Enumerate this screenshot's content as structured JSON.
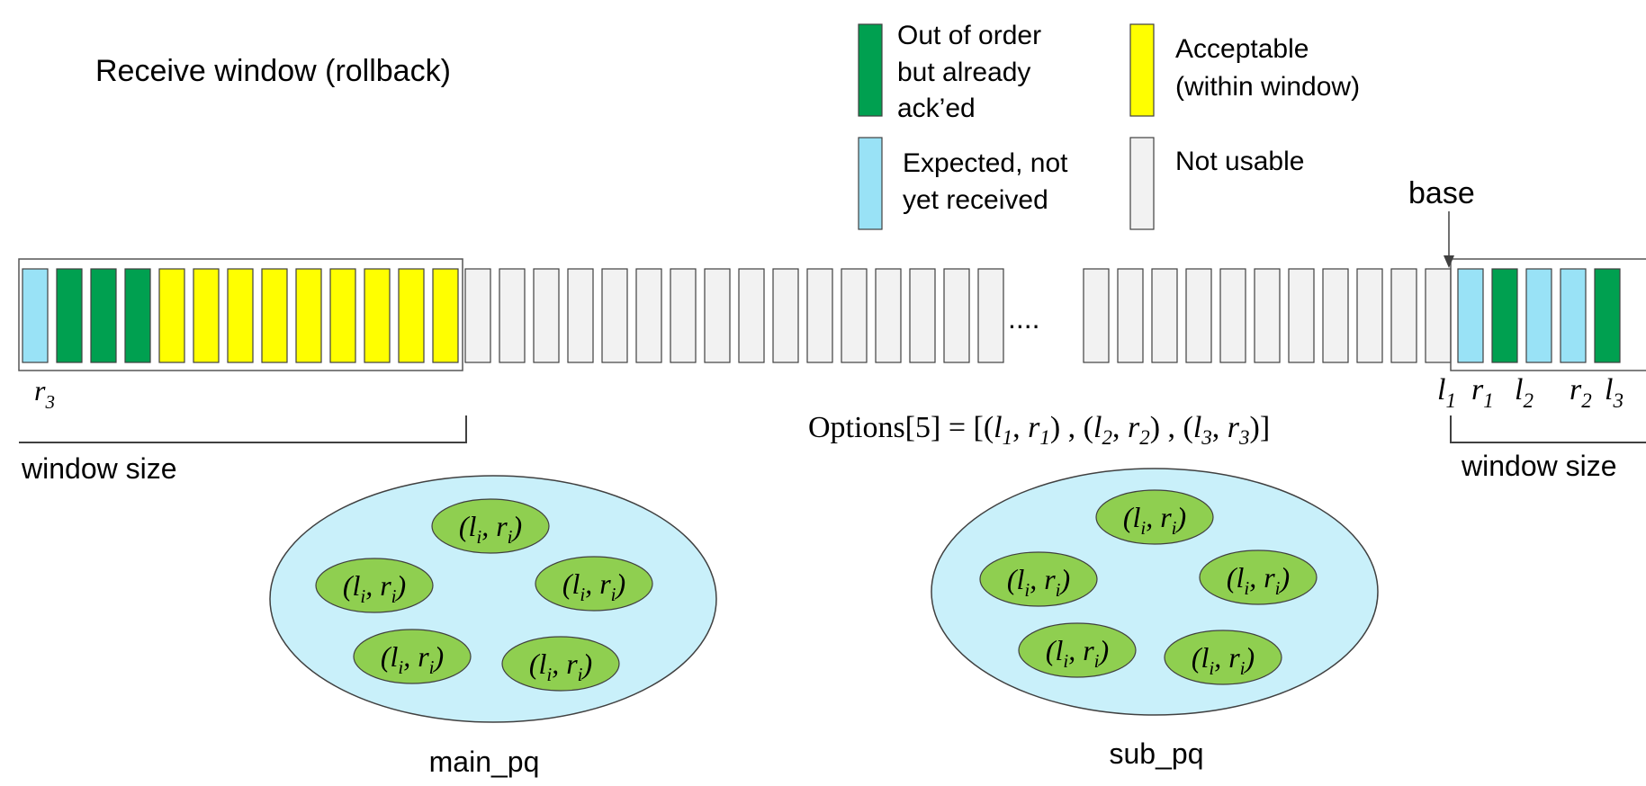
{
  "title": "Receive window (rollback)",
  "colors": {
    "out_of_order_acked": "#00a050",
    "acceptable": "#ffff00",
    "expected": "#99e2f6",
    "not_usable": "#f2f2f2",
    "pq_fill": "#c9f0fa",
    "pq_item_fill": "#8fcf50",
    "stroke": "#404040"
  },
  "legend": [
    {
      "key": "out_of_order_acked",
      "lines": [
        "Out of order",
        "but already",
        "ack’ed"
      ]
    },
    {
      "key": "acceptable",
      "lines": [
        "Acceptable",
        "(within window)"
      ]
    },
    {
      "key": "expected",
      "lines": [
        "Expected, not",
        "yet received"
      ]
    },
    {
      "key": "not_usable",
      "lines": [
        "Not usable"
      ]
    }
  ],
  "sequence": {
    "left_block": [
      "expected",
      "out_of_order_acked",
      "out_of_order_acked",
      "out_of_order_acked",
      "acceptable",
      "acceptable",
      "acceptable",
      "acceptable",
      "acceptable",
      "acceptable",
      "acceptable",
      "acceptable",
      "acceptable"
    ],
    "middle_block_a_count": 16,
    "ellipsis": "....",
    "middle_block_b_count": 11,
    "right_block": [
      "expected",
      "out_of_order_acked",
      "expected",
      "expected",
      "out_of_order_acked"
    ]
  },
  "labels": {
    "base": "base",
    "window_size_left": "window size",
    "window_size_right": "window size",
    "options": {
      "prefix": "Options[5] = [(",
      "terms": [
        {
          "l": "l",
          "ls": "1",
          "r": "r",
          "rs": "1"
        },
        {
          "l": "l",
          "ls": "2",
          "r": "r",
          "rs": "2"
        },
        {
          "l": "l",
          "ls": "3",
          "r": "r",
          "rs": "3"
        }
      ]
    },
    "right_markers": [
      {
        "v": "l",
        "s": "1"
      },
      {
        "v": "r",
        "s": "1"
      },
      {
        "v": "l",
        "s": "2"
      },
      {
        "v": "r",
        "s": "2"
      },
      {
        "v": "l",
        "s": "3"
      }
    ],
    "left_marker": {
      "v": "r",
      "s": "3"
    }
  },
  "priority_queues": [
    {
      "name": "main_pq",
      "item": {
        "l": "l",
        "ls": "i",
        "r": "r",
        "rs": "i"
      },
      "count": 5
    },
    {
      "name": "sub_pq",
      "item": {
        "l": "l",
        "ls": "i",
        "r": "r",
        "rs": "i"
      },
      "count": 5
    }
  ]
}
